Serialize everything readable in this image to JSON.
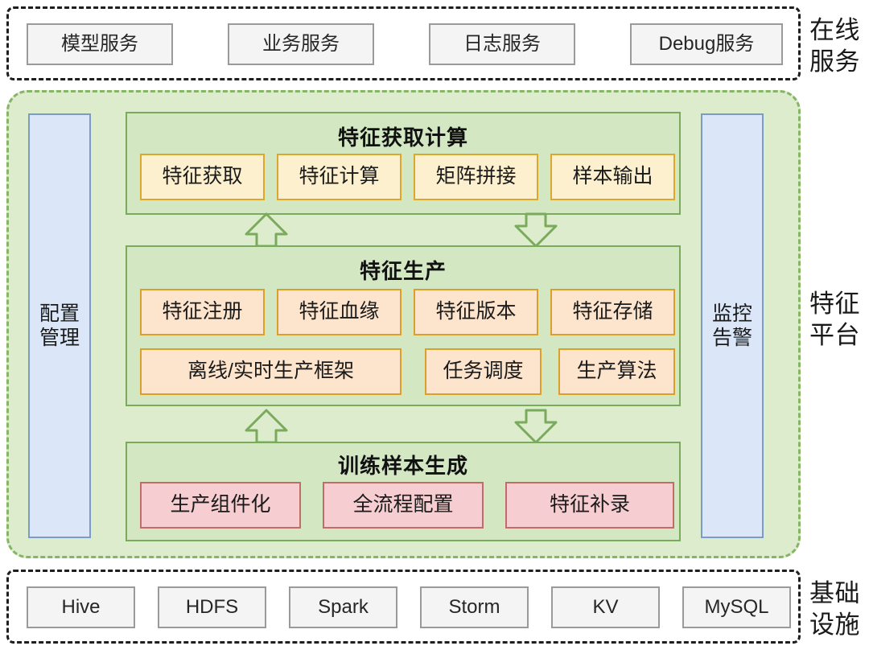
{
  "bands": {
    "online": {
      "caption": "在线\n服务",
      "items": [
        {
          "label": "模型服务"
        },
        {
          "label": "业务服务"
        },
        {
          "label": "日志服务"
        },
        {
          "label": "Debug服务"
        }
      ]
    },
    "infrastructure": {
      "caption": "基础\n设施",
      "items": [
        {
          "label": "Hive"
        },
        {
          "label": "HDFS"
        },
        {
          "label": "Spark"
        },
        {
          "label": "Storm"
        },
        {
          "label": "KV"
        },
        {
          "label": "MySQL"
        }
      ]
    }
  },
  "platform": {
    "caption": "特征\n平台",
    "left_pillar": "配置\n管理",
    "right_pillar": "监控\n告警",
    "groups": [
      {
        "title": "特征获取计算",
        "chips": [
          "特征获取",
          "特征计算",
          "矩阵拼接",
          "样本输出"
        ]
      },
      {
        "title": "特征生产",
        "chips_row1": [
          "特征注册",
          "特征血缘",
          "特征版本",
          "特征存储"
        ],
        "chips_row2": [
          "离线/实时生产框架",
          "任务调度",
          "生产算法"
        ]
      },
      {
        "title": "训练样本生成",
        "chips": [
          "生产组件化",
          "全流程配置",
          "特征补录"
        ]
      }
    ]
  },
  "colors": {
    "platform_fill": "#dceccd",
    "platform_border": "#86b566",
    "group_fill": "#d3e7c3",
    "group_border": "#7aaa5c",
    "pillar_fill": "#dbe7f8",
    "pillar_border": "#7a9cc6",
    "chip_cream_fill": "#fcf0cf",
    "chip_peach_fill": "#fde4cc",
    "chip_rose_fill": "#f6cdd1",
    "grey_fill": "#f4f4f4",
    "band_border": "#1f1f1f"
  }
}
